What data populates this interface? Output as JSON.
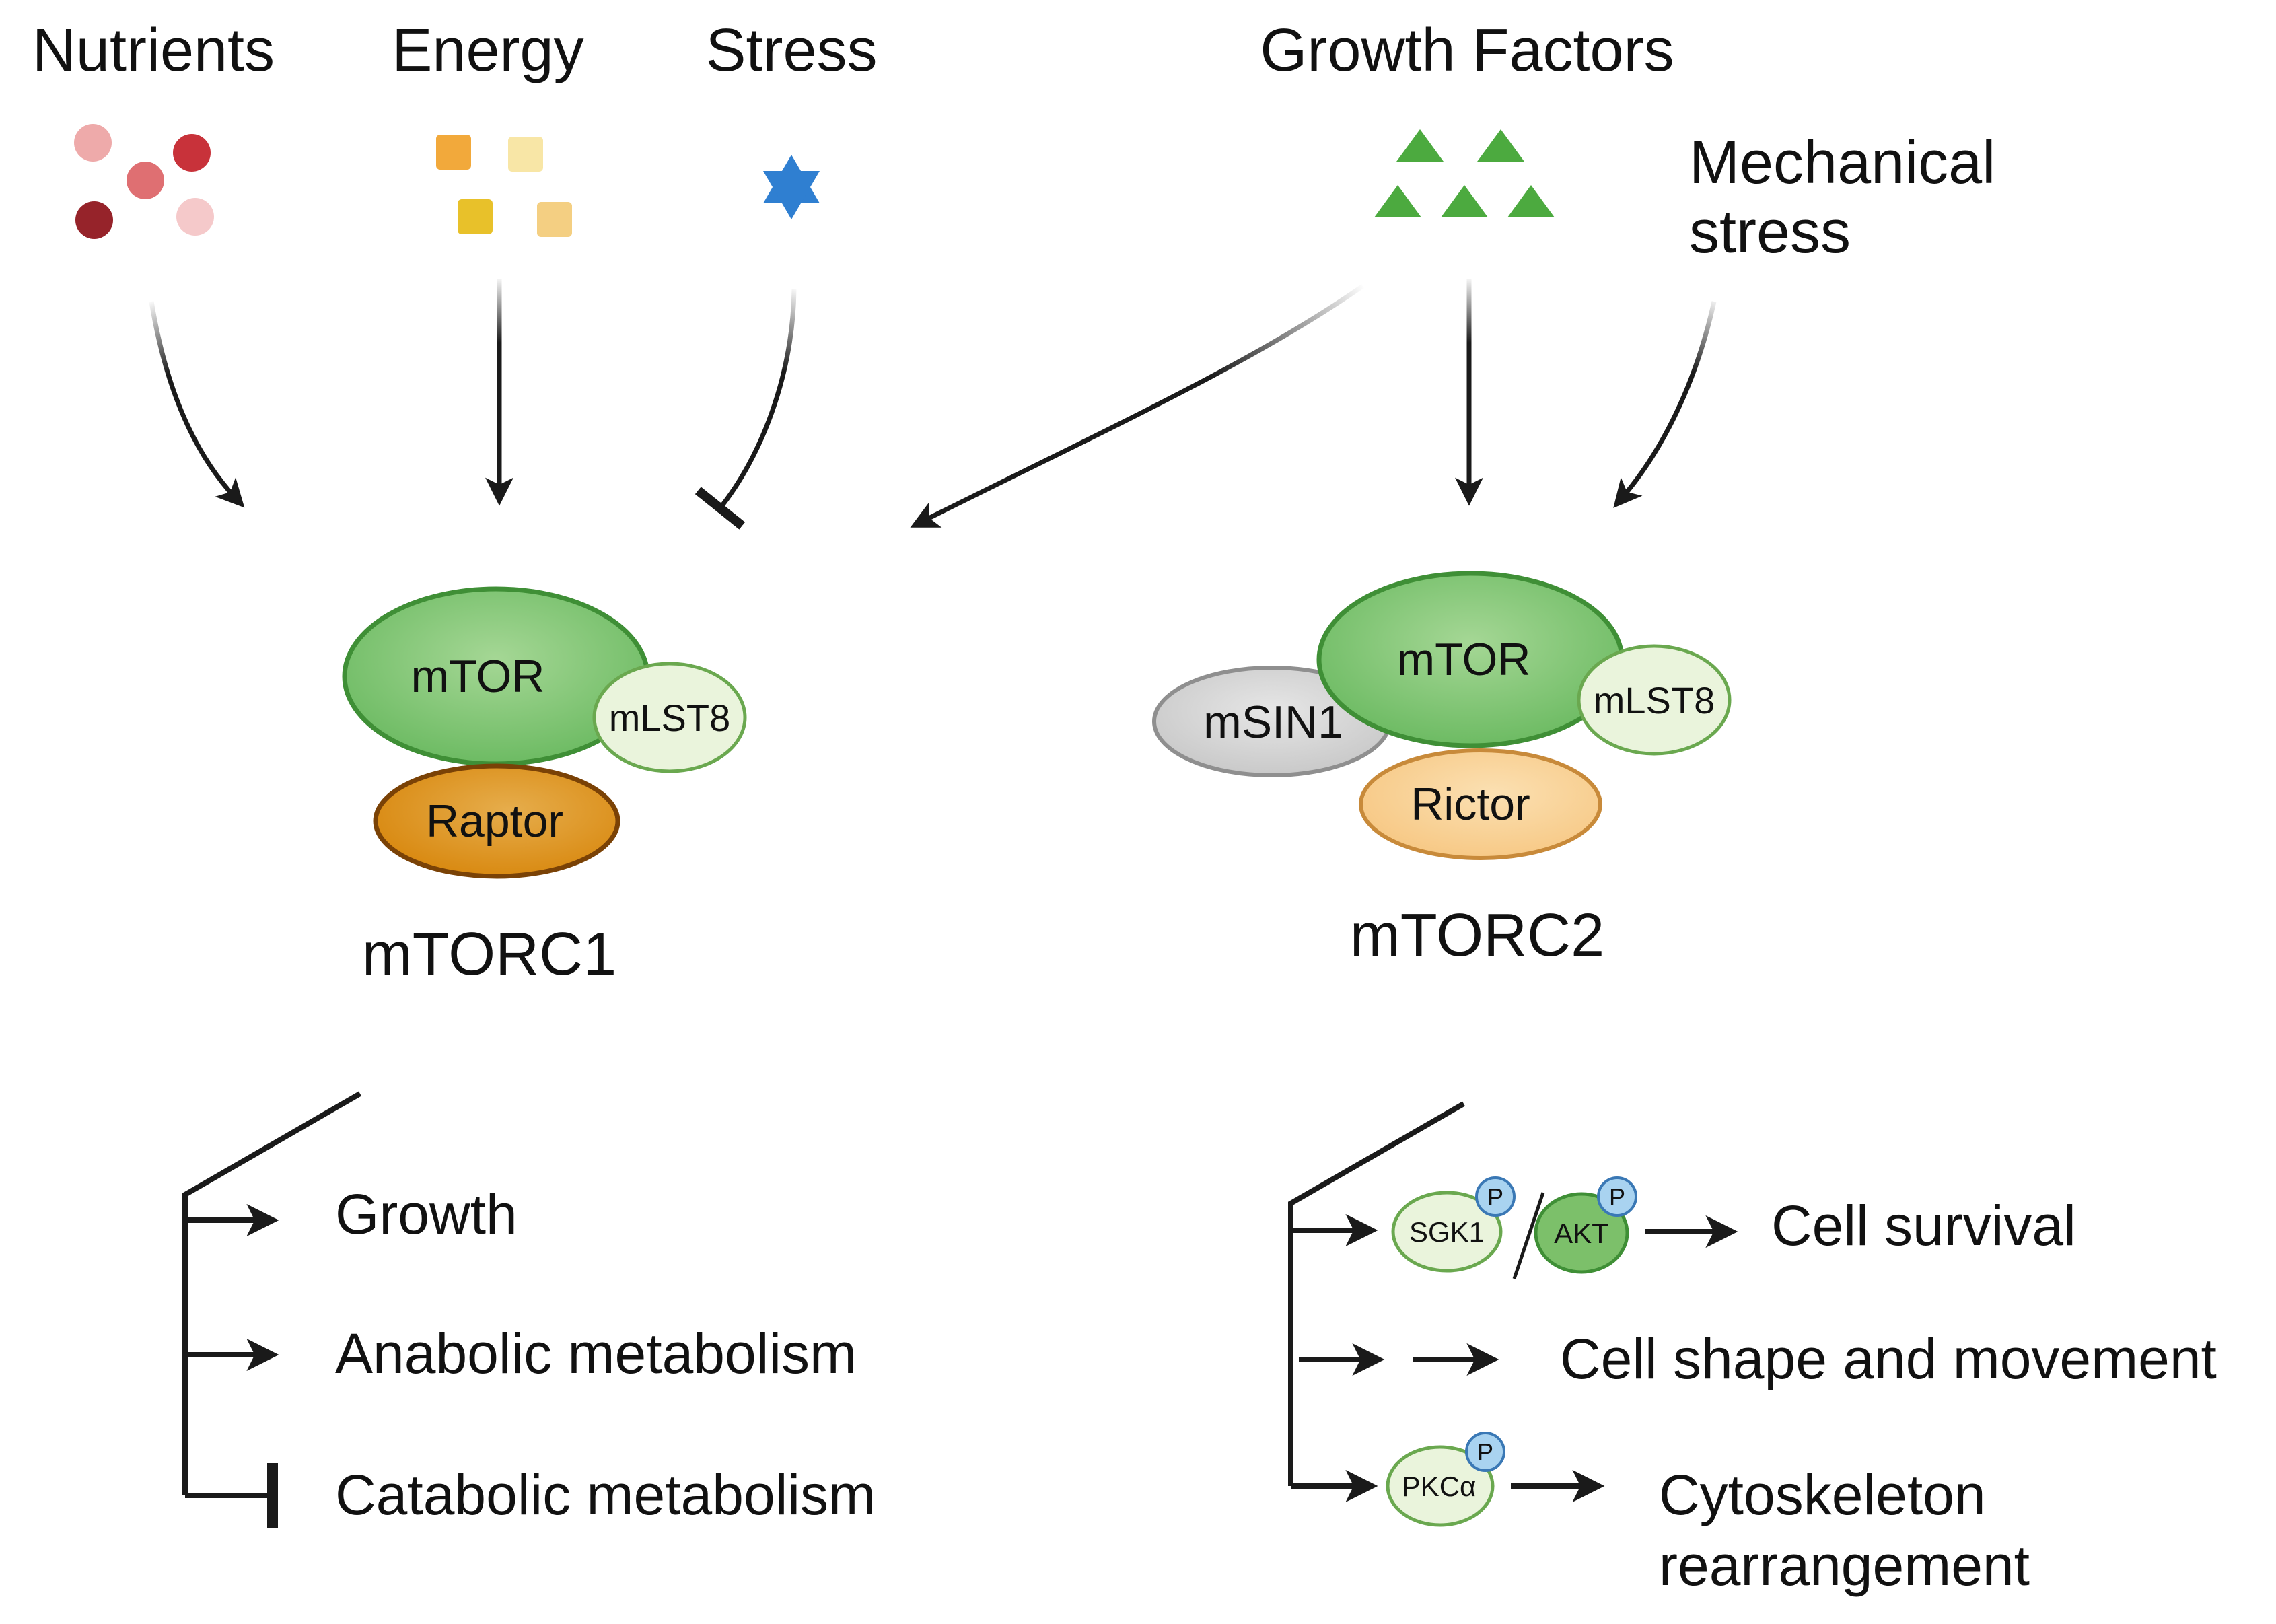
{
  "inputs": {
    "nutrients": "Nutrients",
    "energy": "Energy",
    "stress": "Stress",
    "growth_factors": "Growth Factors",
    "mechanical_stress_line1": "Mechanical",
    "mechanical_stress_line2": "stress"
  },
  "mtorc1": {
    "name": "mTORC1",
    "mtor": "mTOR",
    "mlst8": "mLST8",
    "raptor": "Raptor"
  },
  "mtorc2": {
    "name": "mTORC2",
    "mtor": "mTOR",
    "mlst8": "mLST8",
    "msin1": "mSIN1",
    "rictor": "Rictor"
  },
  "mtorc1_outputs": {
    "growth": "Growth",
    "anabolic": "Anabolic metabolism",
    "catabolic": "Catabolic metabolism"
  },
  "mtorc2_outputs": {
    "sgk1": "SGK1",
    "akt": "AKT",
    "pkca": "PKCα",
    "phospho": "P",
    "cell_survival": "Cell survival",
    "cell_shape": "Cell shape and movement",
    "cytoskeleton_line1": "Cytoskeleton",
    "cytoskeleton_line2": "rearrangement"
  },
  "colors": {
    "mtor_green": "#6dbb63",
    "mlst8_pale": "#eaf4dc",
    "raptor_orange": "#d98a12",
    "rictor_peach": "#f7c986",
    "msin1_grey": "#cfcfcf",
    "phospho_blue": "#a9d3f0",
    "growth_factor_green": "#4caa3f",
    "stress_blue": "#2f7fd1"
  },
  "icons": [
    "nutrient-dots-icon",
    "energy-squares-icon",
    "stress-star-icon",
    "growth-factor-triangles-icon"
  ]
}
